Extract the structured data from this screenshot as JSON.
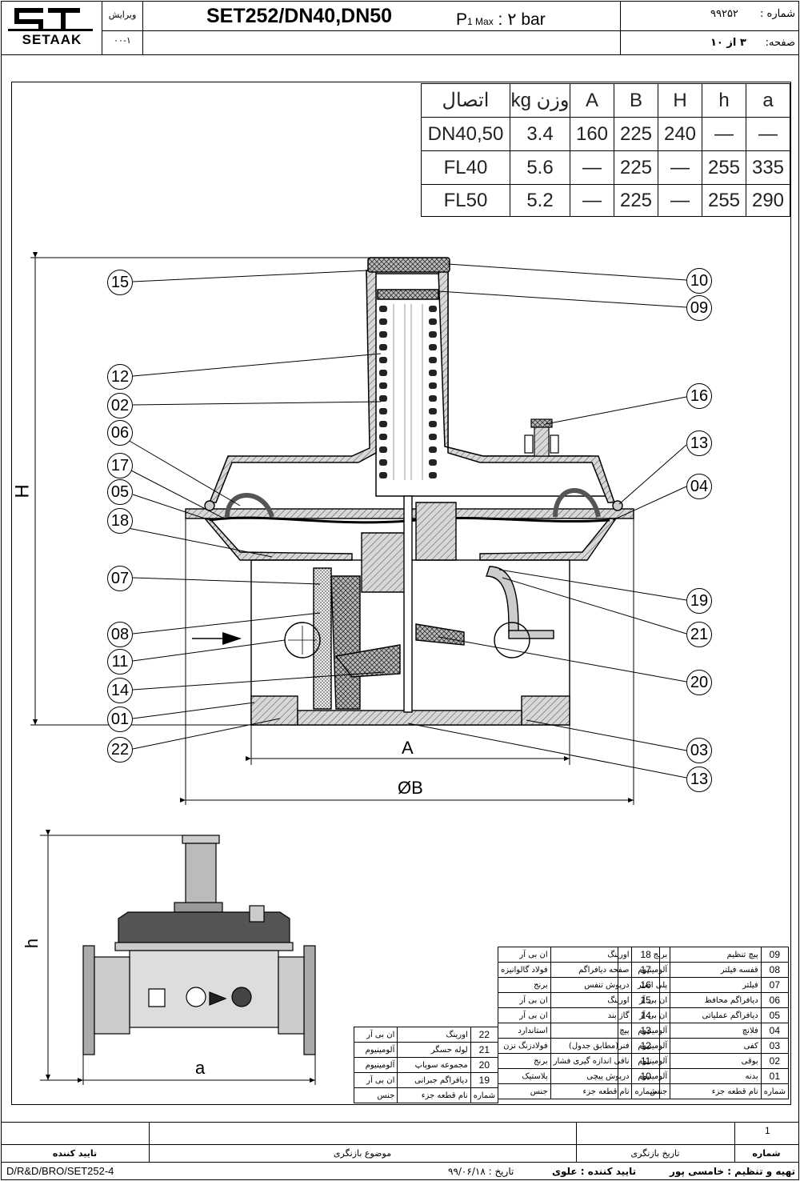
{
  "header": {
    "logo_text": "SETAAK",
    "revision_label": "ویرایش",
    "revision_value": "۰۰-۱",
    "title": "SET252/DN40,DN50",
    "pressure_p": "P",
    "pressure_sub": "1 Max",
    "pressure_value": ": ۲ bar",
    "number_label": "شماره :",
    "number_value": "۹۹۲۵۲",
    "page_label": "صفحه:",
    "page_value": "۳ از ۱۰"
  },
  "dimension_table": {
    "headers": [
      "اتصال",
      "وزن kg",
      "A",
      "B",
      "H",
      "h",
      "a"
    ],
    "rows": [
      [
        "DN40,50",
        "3.4",
        "160",
        "225",
        "240",
        "—",
        "—"
      ],
      [
        "FL40",
        "5.6",
        "—",
        "225",
        "—",
        "255",
        "335"
      ],
      [
        "FL50",
        "5.2",
        "—",
        "225",
        "—",
        "255",
        "290"
      ]
    ]
  },
  "callouts_left": [
    "15",
    "12",
    "02",
    "06",
    "17",
    "05",
    "18",
    "07",
    "08",
    "11",
    "14",
    "01",
    "22"
  ],
  "callouts_right": [
    "10",
    "09",
    "16",
    "13",
    "04",
    "19",
    "21",
    "20",
    "03",
    "13"
  ],
  "dimension_labels": {
    "H": "H",
    "A": "A",
    "B": "ØB",
    "h": "h",
    "a": "a"
  },
  "parts_table": {
    "header": {
      "num": "شماره",
      "name": "نام قطعه جزء",
      "material": "جنس"
    },
    "col1": [
      [
        "09",
        "پیچ تنظیم",
        "برنج"
      ],
      [
        "08",
        "قفسه فیلتر",
        "آلومینیوم"
      ],
      [
        "07",
        "فیلتر",
        "پلی استر"
      ],
      [
        "06",
        "دیافراگم محافظ",
        "ان بی آر"
      ],
      [
        "05",
        "دیافراگم عملیاتی",
        "ان بی آر"
      ],
      [
        "04",
        "فلانچ",
        "آلومینیوم"
      ],
      [
        "03",
        "کفی",
        "آلومینیوم"
      ],
      [
        "02",
        "بوقی",
        "آلومینیوم"
      ],
      [
        "01",
        "بدنه",
        "آلومینیوم"
      ]
    ],
    "col2": [
      [
        "18",
        "اورینگ",
        "ان بی آر"
      ],
      [
        "17",
        "صفحه دیافراگم",
        "فولاد گالوانیزه"
      ],
      [
        "16",
        "درپوش تنفس",
        "برنج"
      ],
      [
        "15",
        "اورینگ",
        "ان بی آر"
      ],
      [
        "14",
        "گاز بند",
        "ان بی آر"
      ],
      [
        "13",
        "پیچ",
        "استاندارد"
      ],
      [
        "12",
        "فنر(مطابق جدول)",
        "فولادزنگ نزن"
      ],
      [
        "11",
        "نافی اندازه گیری فشار",
        "برنج"
      ],
      [
        "10",
        "درپوش پیچی",
        "پلاستیک"
      ]
    ],
    "col3": [
      [
        "22",
        "اورینگ",
        "ان بی آر"
      ],
      [
        "21",
        "لوله حسگر",
        "آلومینیوم"
      ],
      [
        "20",
        "مجموعه سوپاپ",
        "آلومینیوم"
      ],
      [
        "19",
        "دیافراگم جبرانی",
        "ان بی آر"
      ]
    ]
  },
  "footer": {
    "revision_number": "1",
    "col_number": "شماره",
    "col_revision_date": "تاریخ بازنگری",
    "col_revision_subject": "موضوع بازنگری",
    "col_approver": "تایید کننده",
    "doc_code": "D/R&D/BRO/SET252-4",
    "date_label": "تاریخ : ۹۹/۰۶/۱۸",
    "approved_by": "تایید کننده : علوی",
    "prepared_by": "تهیه و تنظیم : خامسی پور"
  }
}
